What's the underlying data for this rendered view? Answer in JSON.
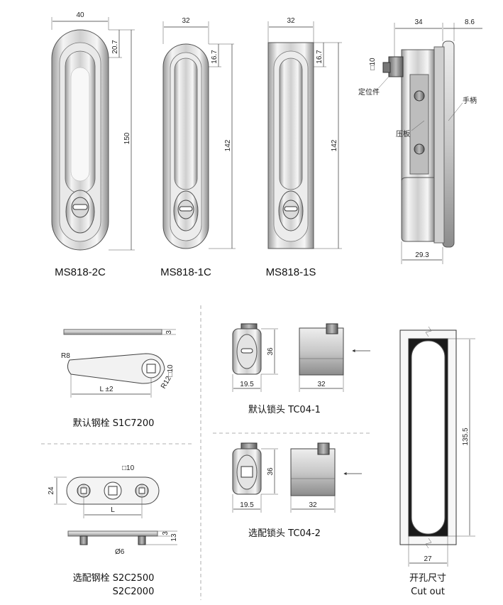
{
  "top": {
    "ms818_2c": {
      "label": "MS818-2C",
      "width": "40",
      "top_gap": "20.7",
      "height": "150"
    },
    "ms818_1c": {
      "label": "MS818-1C",
      "width": "32",
      "top_gap": "16.7",
      "height": "142"
    },
    "ms818_1s": {
      "label": "MS818-1S",
      "width": "32",
      "top_gap": "16.7",
      "height": "142"
    },
    "side": {
      "width": "34",
      "offset": "8.6",
      "square": "□10",
      "bottom_width": "29.3",
      "locator": "定位件",
      "handle": "手柄",
      "plate": "压板"
    }
  },
  "default_cam": {
    "thickness": "3",
    "r8": "R8",
    "r12": "R12",
    "square": "□10",
    "length": "L ±2",
    "caption": "默认钢栓 S1C7200"
  },
  "lock_tc04_1": {
    "height": "36",
    "width": "19.5",
    "depth": "32",
    "caption": "默认锁头 TC04-1"
  },
  "lock_tc04_2": {
    "height": "36",
    "width": "19.5",
    "depth": "32",
    "caption": "选配锁头 TC04-2"
  },
  "optional_cam": {
    "square": "□10",
    "height": "24",
    "length": "L",
    "t3": "3",
    "t13": "13",
    "dia": "Ø6",
    "caption_line1": "选配钢栓 S2C2500",
    "caption_line2": "S2C2000"
  },
  "cutout": {
    "height": "135.5",
    "width": "27",
    "caption_cn": "开孔尺寸",
    "caption_en": "Cut out"
  }
}
